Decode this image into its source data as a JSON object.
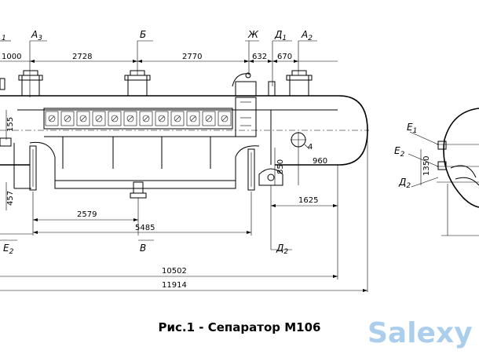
{
  "caption": "Рис.1 - Сепаратор М106",
  "watermark": "Salexy",
  "leaders": {
    "l1": {
      "main": "",
      "sub": "1"
    },
    "a3": {
      "main": "А",
      "sub": "3"
    },
    "b": {
      "main": "Б",
      "sub": ""
    },
    "zh": {
      "main": "Ж",
      "sub": ""
    },
    "d1": {
      "main": "Д",
      "sub": "1"
    },
    "a2": {
      "main": "А",
      "sub": "2"
    },
    "e1": {
      "main": "Е",
      "sub": "1"
    },
    "e2_side": {
      "main": "Е",
      "sub": "2"
    },
    "d2_side": {
      "main": "Д",
      "sub": "2"
    },
    "e2": {
      "main": "Е",
      "sub": "2"
    },
    "v": {
      "main": "В",
      "sub": ""
    },
    "d2": {
      "main": "Д",
      "sub": "2"
    }
  },
  "dims": {
    "d1000": "1000",
    "d2728": "2728",
    "d2770": "2770",
    "d632": "632",
    "d670": "670",
    "d155": "155",
    "d457": "457",
    "d850": "850",
    "d960": "960",
    "d1350": "1350",
    "d2579": "2579",
    "d1625": "1625",
    "d5485": "5485",
    "d10502": "10502",
    "d11914": "11914",
    "note4": "4"
  }
}
